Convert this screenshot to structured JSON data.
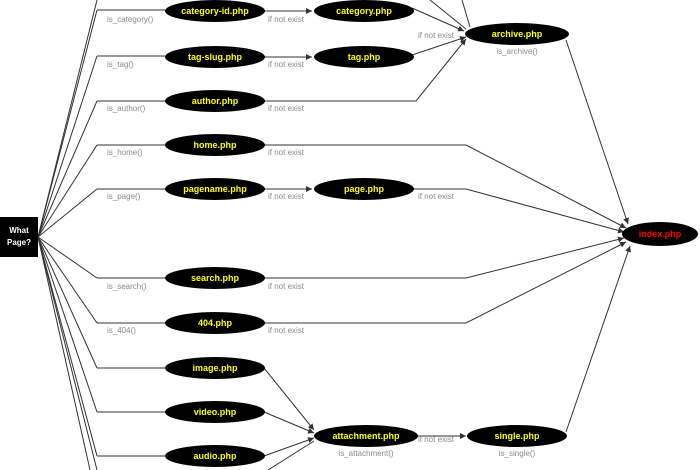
{
  "start": {
    "line1": "What",
    "line2": "Page?"
  },
  "nodes": {
    "category_id": "category-id.php",
    "category": "category.php",
    "tag_slug": "tag-slug.php",
    "tag": "tag.php",
    "author": "author.php",
    "archive": "archive.php",
    "home": "home.php",
    "pagename": "pagename.php",
    "page": "page.php",
    "index": "index.php",
    "search": "search.php",
    "err404": "404.php",
    "image": "image.php",
    "video": "video.php",
    "audio": "audio.php",
    "attachment": "attachment.php",
    "single": "single.php"
  },
  "conditions": {
    "is_category": "is_category()",
    "is_tag": "is_tag()",
    "is_author": "is_author()",
    "is_home": "is_home()",
    "is_page": "is_page()",
    "is_search": "is_search()",
    "is_404": "is_404()",
    "is_archive": "is_archive()",
    "is_attachment": "is_attachment()",
    "is_single": "is_single()"
  },
  "fallback": "if not exist",
  "colors": {
    "node_fill": "#000000",
    "node_text": "#ffff00",
    "index_text": "#ff0000",
    "condition_text": "#8a8a8a",
    "edge": "#333333"
  }
}
